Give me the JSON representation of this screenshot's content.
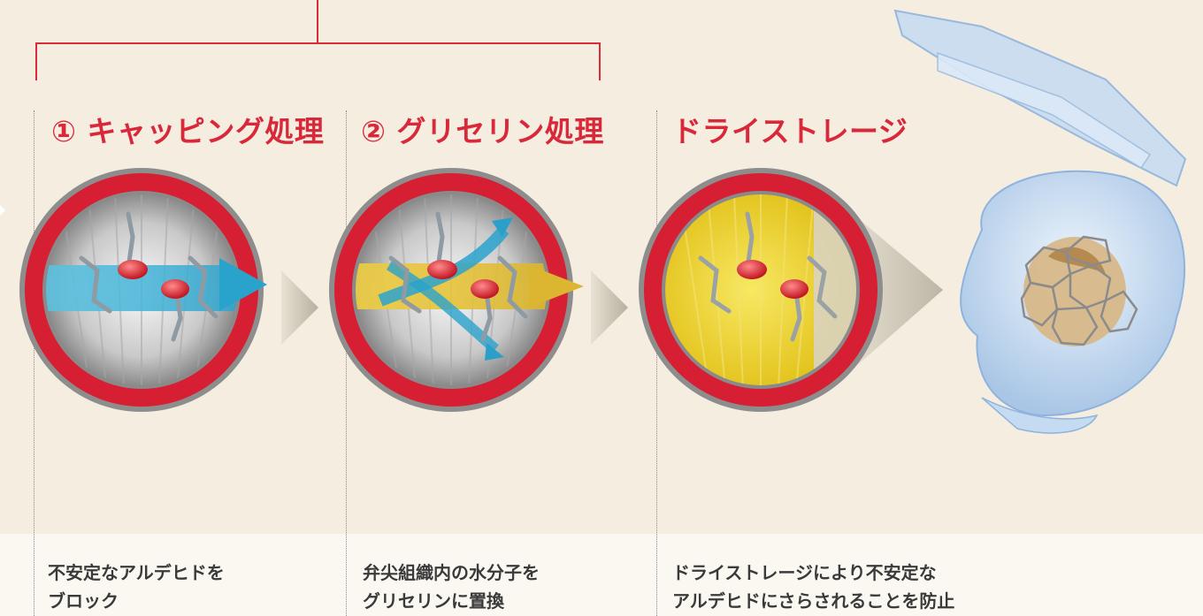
{
  "steps": [
    {
      "title": "① キャッピング処理",
      "desc_line1": "不安定なアルデヒドを",
      "desc_line2": "ブロック",
      "fill_color": "#36b4da"
    },
    {
      "title": "② グリセリン処理",
      "desc_line1": "弁尖組織内の水分子を",
      "desc_line2": "グリセリンに置換",
      "fill_color": "#e8c531"
    },
    {
      "title": "ドライストレージ",
      "desc_line1": "ドライストレージにより不安定な",
      "desc_line2": "アルデヒドにさらされることを防止",
      "fill_color": "#ecd31c"
    }
  ],
  "colors": {
    "accent_red": "#d9283a",
    "background": "#f4ede0",
    "band": "#fbf8f2",
    "text": "#3a3a3a"
  }
}
